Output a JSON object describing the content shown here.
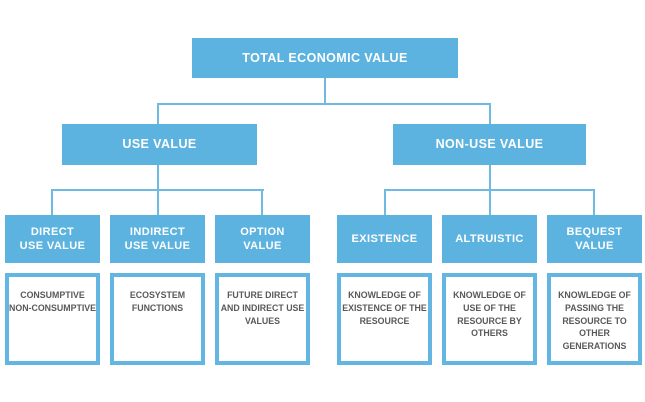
{
  "diagram": {
    "title": "Total Economic Value diagram",
    "palette": {
      "node_blue": "#5db3df",
      "border_blue": "#62b6e1",
      "connector_blue": "#6fb9e2",
      "desc_text_gray": "#595959",
      "node_text": "#ffffff",
      "background": "#ffffff"
    },
    "root": {
      "label": "TOTAL ECONOMIC VALUE"
    },
    "branches": [
      {
        "label": "USE VALUE",
        "children": [
          {
            "label": "DIRECT\nUSE VALUE",
            "description": "CONSUMPTIVE\nNON-CONSUMPTIVE"
          },
          {
            "label": "INDIRECT\nUSE VALUE",
            "description": "ECOSYSTEM\nFUNCTIONS"
          },
          {
            "label": "OPTION\nVALUE",
            "description": "FUTURE DIRECT\nAND INDIRECT USE\nVALUES"
          }
        ]
      },
      {
        "label": "NON-USE VALUE",
        "children": [
          {
            "label": "EXISTENCE",
            "description": "KNOWLEDGE OF\nEXISTENCE OF THE\nRESOURCE"
          },
          {
            "label": "ALTRUISTIC",
            "description": "KNOWLEDGE OF\nUSE OF THE\nRESOURCE BY\nOTHERS"
          },
          {
            "label": "BEQUEST\nVALUE",
            "description": "KNOWLEDGE OF\nPASSING THE\nRESOURCE TO\nOTHER\nGENERATIONS"
          }
        ]
      }
    ]
  }
}
